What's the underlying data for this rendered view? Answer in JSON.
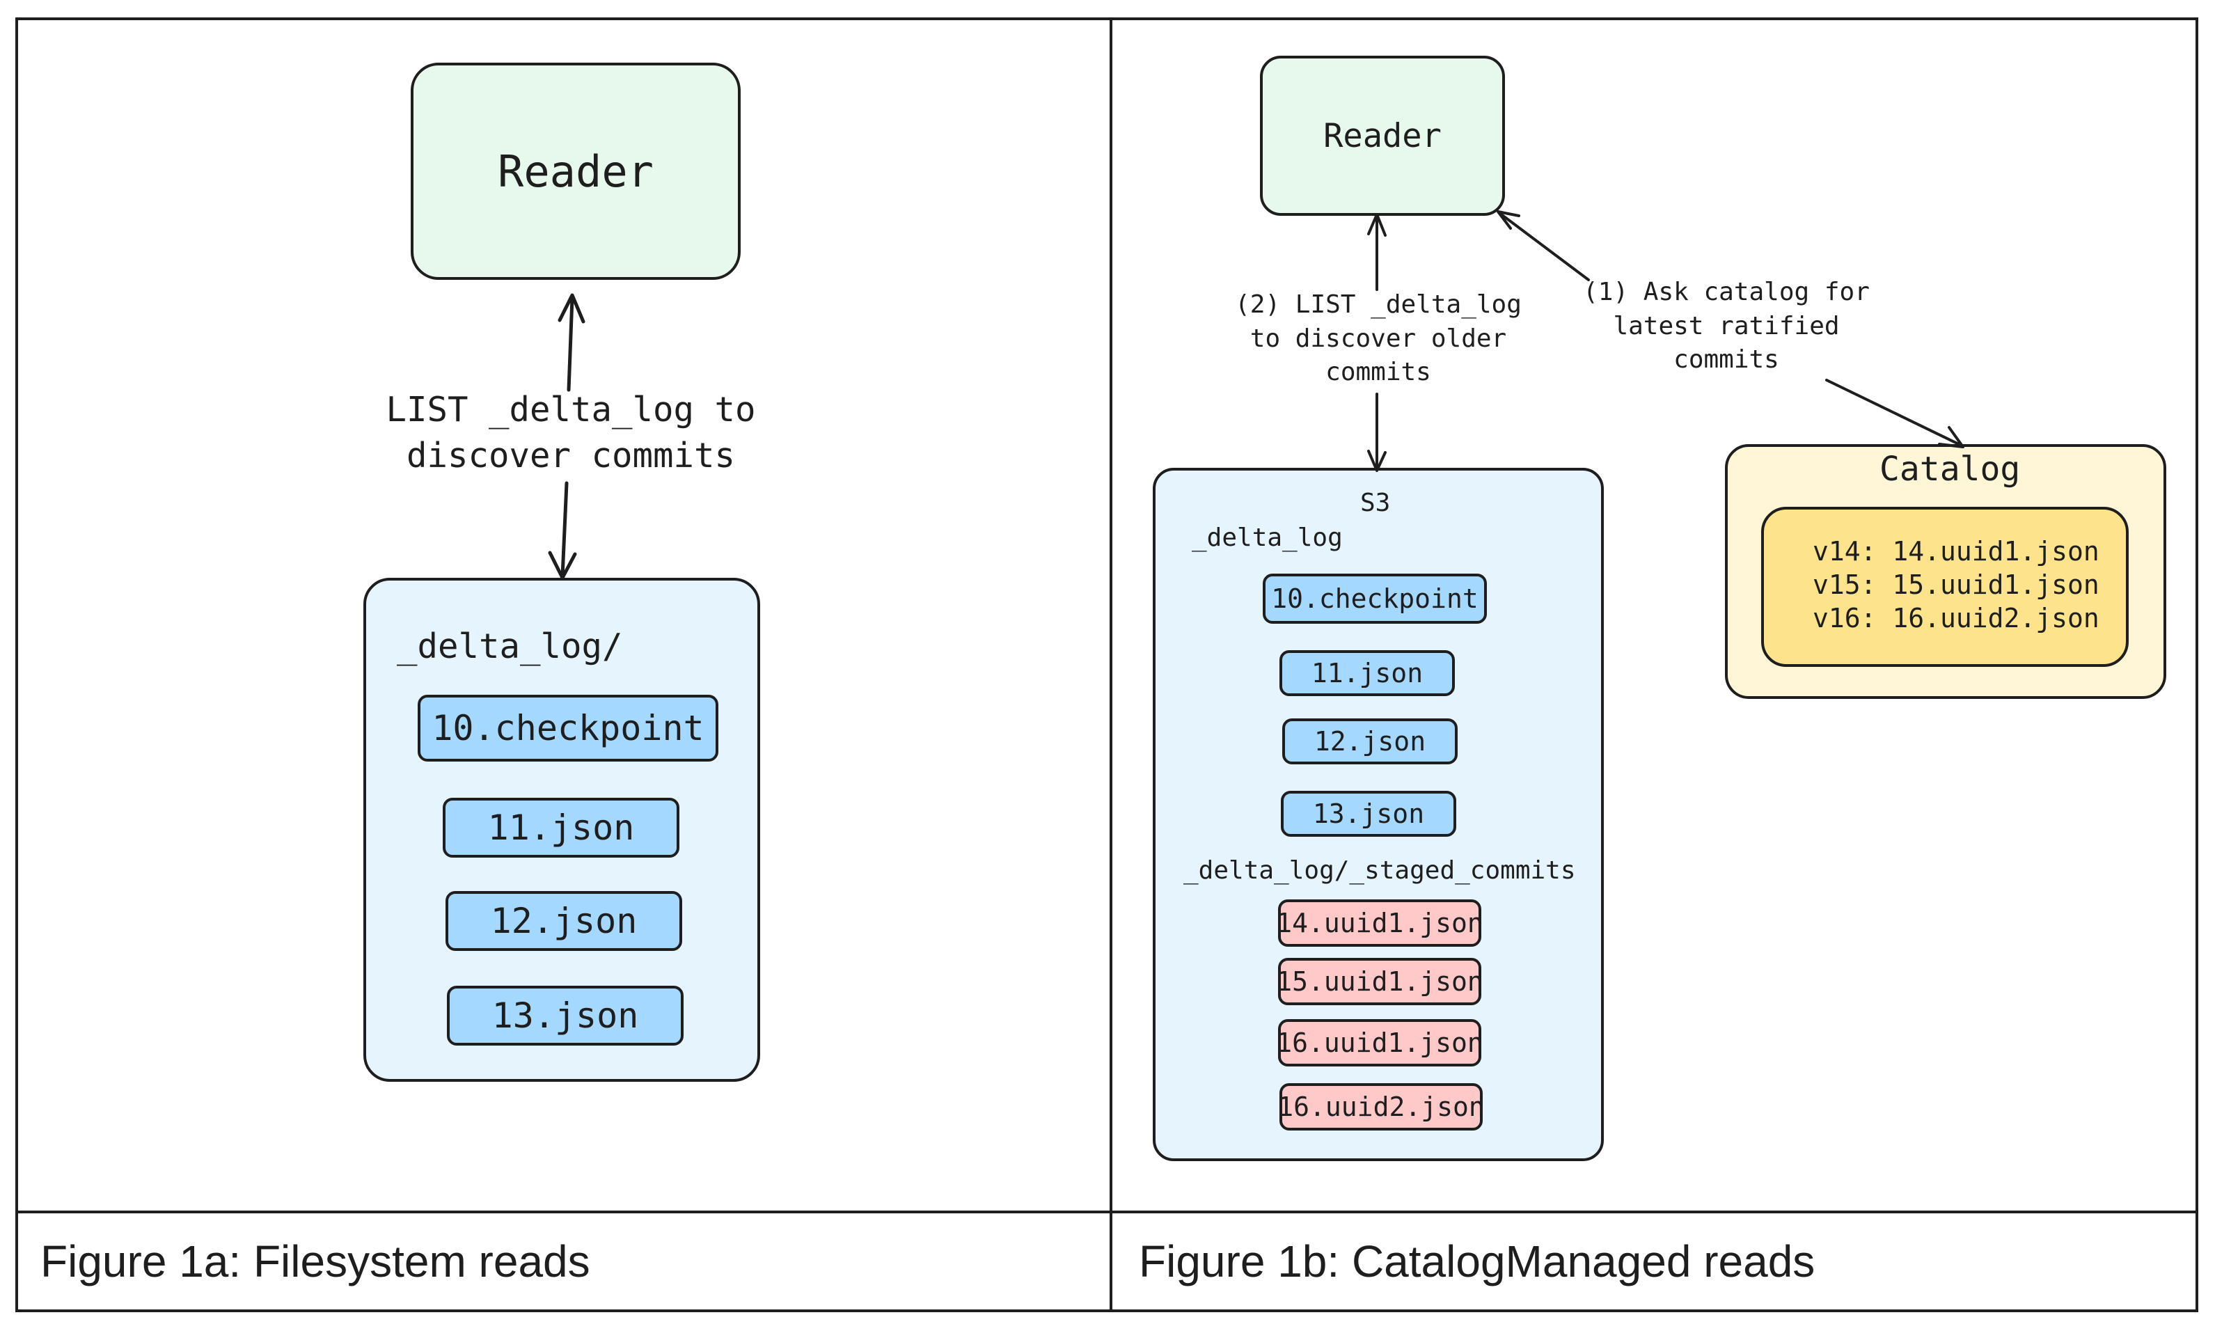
{
  "fig_a": {
    "caption": "Figure 1a: Filesystem reads",
    "reader": "Reader",
    "arrow_label": "LIST _delta_log to\ndiscover commits",
    "folder": "_delta_log/",
    "files": [
      "10.checkpoint",
      "11.json",
      "12.json",
      "13.json"
    ]
  },
  "fig_b": {
    "caption": "Figure 1b: CatalogManaged reads",
    "reader": "Reader",
    "list_label": "(2) LIST _delta_log\nto discover older\ncommits",
    "ask_label": "(1) Ask catalog for\nlatest ratified\ncommits",
    "store_title": "S3",
    "folder": "_delta_log",
    "files": [
      "10.checkpoint",
      "11.json",
      "12.json",
      "13.json"
    ],
    "staged_folder": "_delta_log/_staged_commits",
    "staged_files": [
      "14.uuid1.json",
      "15.uuid1.json",
      "16.uuid1.json",
      "16.uuid2.json"
    ],
    "catalog_title": "Catalog",
    "catalog_entries": [
      "v14: 14.uuid1.json",
      "v15: 15.uuid1.json",
      "v16: 16.uuid2.json"
    ]
  }
}
